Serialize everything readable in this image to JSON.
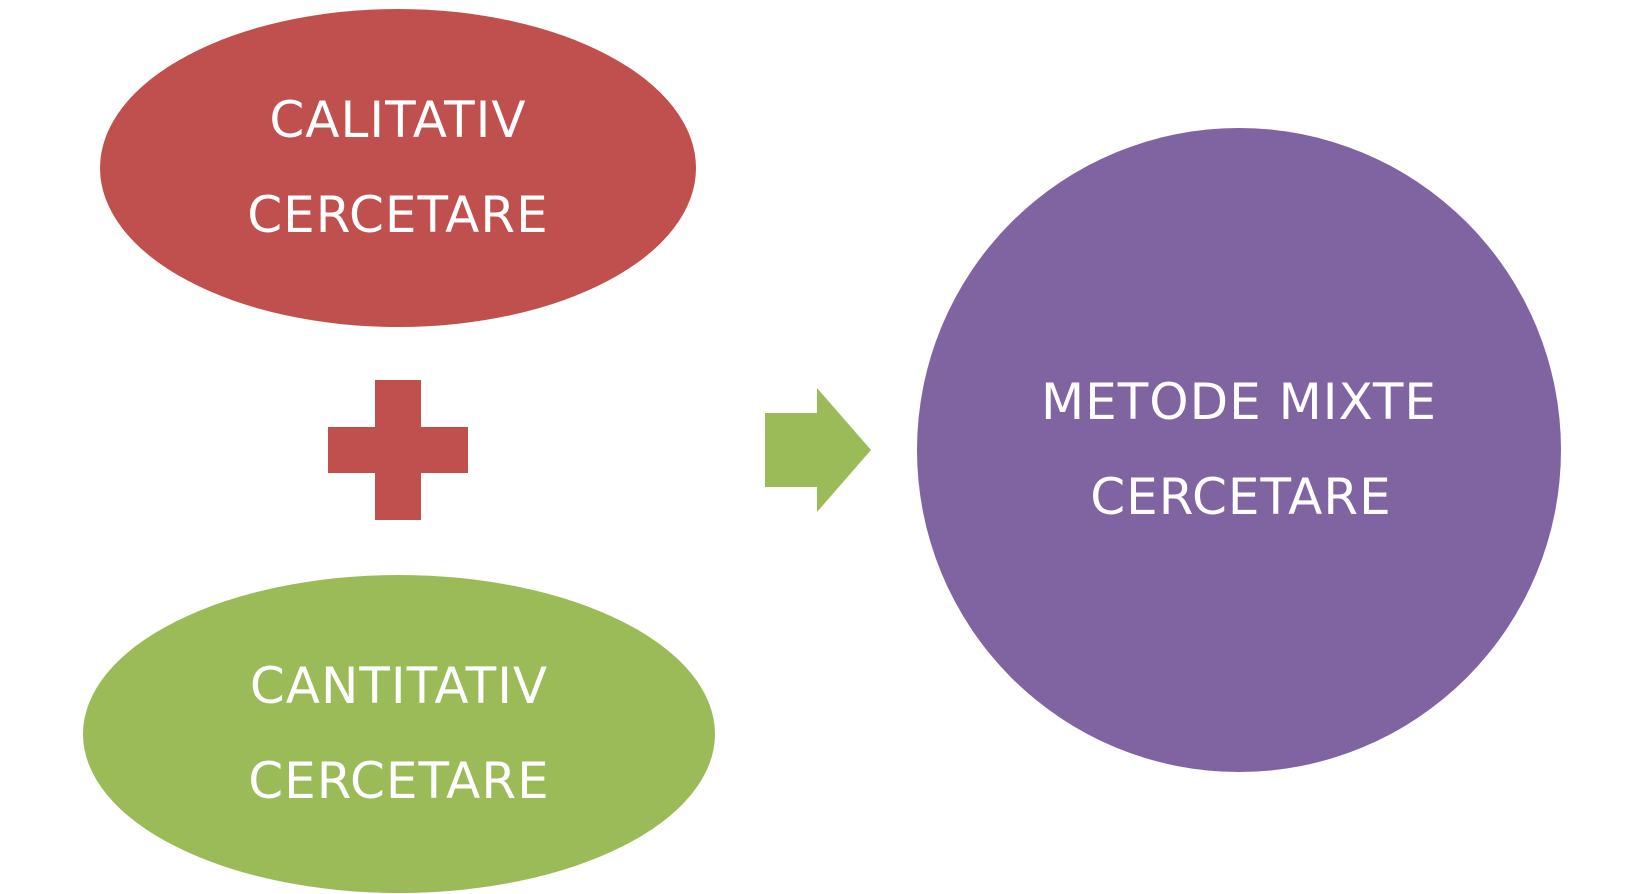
{
  "colors": {
    "qualitative": "#C0504D",
    "quantitative": "#9BBB59",
    "mixed": "#8064A2",
    "plus": "#C0504D",
    "arrow": "#9BBB59",
    "text": "#FFFFFF"
  },
  "qualitative": {
    "line1": "CALITATIV",
    "line2": "CERCETARE"
  },
  "quantitative": {
    "line1": "CANTITATIV",
    "line2": "CERCETARE"
  },
  "mixed": {
    "line1": "METODE MIXTE",
    "line2": "CERCETARE"
  },
  "icons": {
    "plus": "plus-icon",
    "arrow": "arrow-right-icon"
  }
}
